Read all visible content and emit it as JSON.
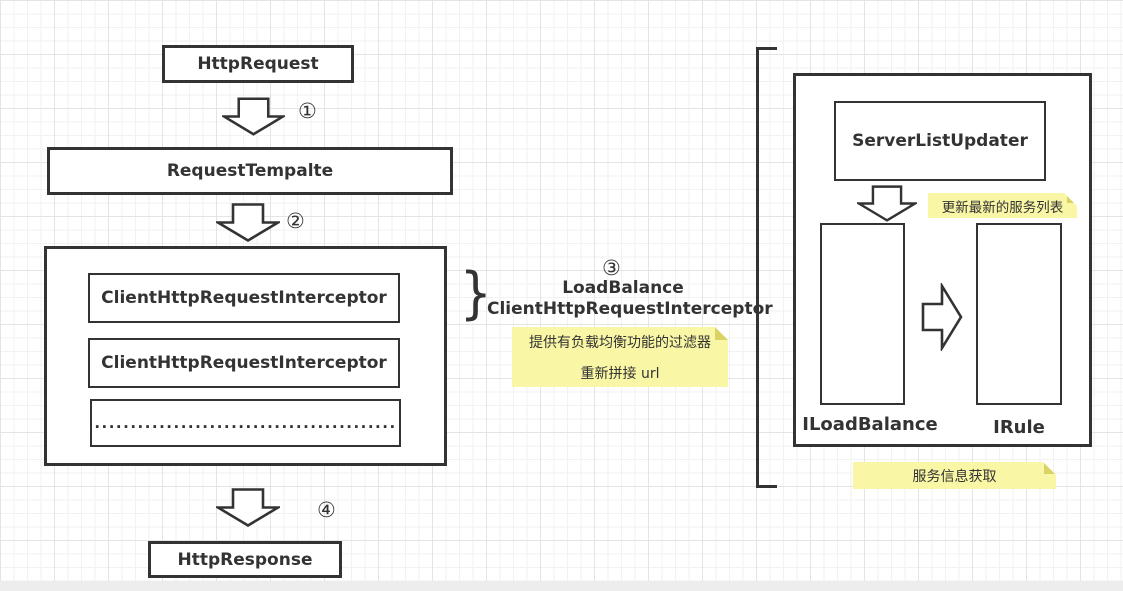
{
  "flow": {
    "http_request": "HttpRequest",
    "request_template": "RequestTempalte",
    "interceptor_a": "ClientHttpRequestInterceptor",
    "interceptor_b": "ClientHttpRequestInterceptor",
    "ellipsis": "..........................................",
    "http_response": "HttpResponse"
  },
  "steps": {
    "s1": "①",
    "s2": "②",
    "s3": "③",
    "s4": "④"
  },
  "brace_glyph": "}",
  "loadbalance": {
    "line1": "LoadBalance",
    "line2": "ClientHttpRequestInterceptor"
  },
  "notes": {
    "filter_line1": "提供有负载均衡功能的过滤器",
    "filter_line2": "重新拼接 url",
    "update_list": "更新最新的服务列表",
    "service_info": "服务信息获取"
  },
  "ribbon": {
    "server_list_updater": "ServerListUpdater",
    "iloadbalance": "ILoadBalance",
    "irule": "IRule"
  },
  "colors": {
    "stroke": "#333333",
    "note_bg": "#f9f6a5",
    "note_fold": "#d9d365",
    "grid_minor": "#f2f2f2",
    "grid_major": "#e4e4e4",
    "page_bg": "#ffffff",
    "bottom_bar": "#ededed"
  }
}
